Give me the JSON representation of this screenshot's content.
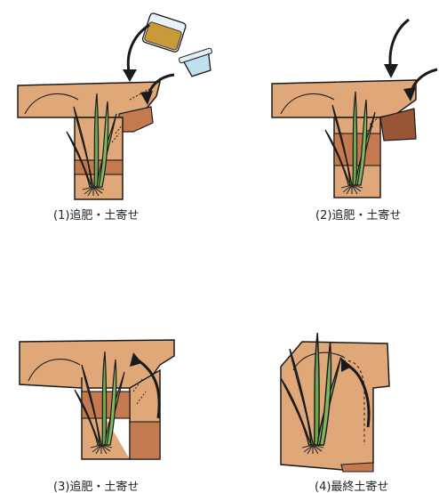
{
  "panels": [
    {
      "caption": "(1)追肥・土寄せ"
    },
    {
      "caption": "(2)追肥・土寄せ"
    },
    {
      "caption": "(3)追肥・土寄せ"
    },
    {
      "caption": "(4)最終土寄せ"
    }
  ],
  "colors": {
    "soil_light": "#e0a878",
    "soil_mid": "#c47a4e",
    "soil_dark": "#9a5436",
    "leaf": "#6ea84e",
    "leaf_light": "#a8d27a",
    "outline": "#1a1a1a",
    "fertilizer": "#c89a3a",
    "cup_blue": "#bfe0ef"
  }
}
